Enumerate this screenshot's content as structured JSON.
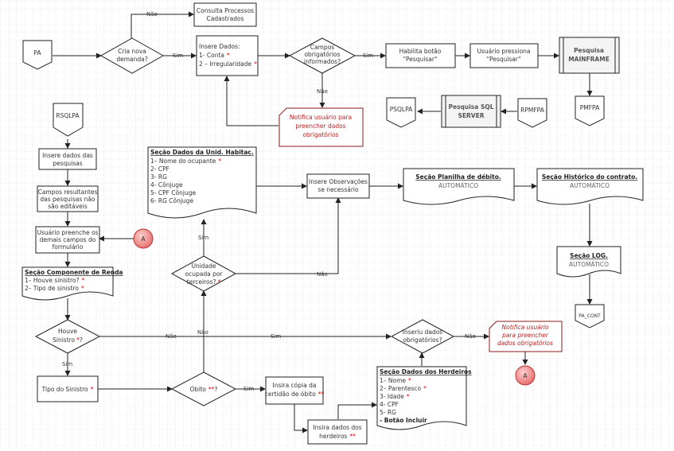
{
  "nodes": {
    "pa": "PA",
    "cria": [
      "Cria nova",
      "demanda?"
    ],
    "consulta": [
      "Consulta Processos",
      "Cadastrados"
    ],
    "insere_dados": [
      "Insere Dados:",
      "1- Conta",
      "2 – Irregularidade"
    ],
    "campos_obrig": [
      "Campos",
      "obrigatórios",
      "informados?"
    ],
    "habilita": [
      "Habilita botão",
      "\"Pesquisar\""
    ],
    "usuario_pressiona": [
      "Usuário pressiona",
      "\"Pesquisar\""
    ],
    "pesquisa_mainframe": [
      "Pesquisa",
      "MAINFRAME"
    ],
    "pmfpa": "PMFPA",
    "notifica1": [
      "Notifica usuário para",
      "preencher dados",
      "obrigatórios"
    ],
    "psqlpa": "PSQLPA",
    "pesquisa_sql": [
      "Pesquisa SQL",
      "SERVER"
    ],
    "rpmfpa": "RPMFPA",
    "rsqlpa": "RSQLPA",
    "insere_pesquisas": [
      "Insere dados das",
      "pesquisas"
    ],
    "campos_resultantes": [
      "Campos resultantes",
      "das pesquisas não",
      "são editáveis"
    ],
    "usuario_preenche": [
      "Usuário preenche os",
      "demais campos do",
      "formulário"
    ],
    "connector_a": "A",
    "secao_renda": {
      "title": "Seção Componente de Renda",
      "lines": [
        "1– Houve sinistro?",
        "2– Tipo de sinistro"
      ]
    },
    "secao_unid": {
      "title": "Seção Dados da Unid. Habitac.",
      "lines": [
        "1– Nome do ocupante",
        "2- CPF",
        "3- RG",
        "4- Cônjuge",
        "5- CPF Cônjuge",
        "6- RG Cônjuge"
      ]
    },
    "insere_obs": [
      "Insere Observações",
      "se necessário"
    ],
    "planilha": {
      "title": "Seção Planilha de débito.",
      "sub": "AUTOMÁTICO"
    },
    "historico": {
      "title": "Seção Histórico do contrato.",
      "sub": "AUTOMÁTICO"
    },
    "log": {
      "title": "Seção LOG.",
      "sub": "AUTOMÁTICO"
    },
    "pa_cont": "PA_CONT",
    "unidade": [
      "Unidade",
      "ocupada por",
      "terceiros?"
    ],
    "houve_sinistro": [
      "Houve",
      "Sinistro"
    ],
    "inseriu_dados": [
      "Inseriu dados",
      "obrigatórios?"
    ],
    "notifica2": [
      "Notifica usuário",
      "para preencher",
      "dados obrigatórios"
    ],
    "tipo_sinistro": "Tipo do Sinistro",
    "obito": "Óbito",
    "insira_copia": [
      "Insira cópia da",
      "certidão de óbito"
    ],
    "insira_herdeiros": [
      "Insira dados dos",
      "herdeiros"
    ],
    "secao_herdeiros": {
      "title": "Seção Dados dos Herdeiros",
      "lines": [
        "1– Nome",
        "2– Parentesco",
        "3- Idade",
        "4- CPF",
        "5- RG",
        "- Botão Incluir"
      ]
    }
  },
  "edge_labels": {
    "nao": "Não",
    "sim": "Sim"
  },
  "marks": {
    "asterisk": "*",
    "double_asterisk": "**"
  },
  "colors": {
    "accent_red": "#d00000",
    "notify_border": "#8b1a1a",
    "connector_fill": "#f08080"
  }
}
